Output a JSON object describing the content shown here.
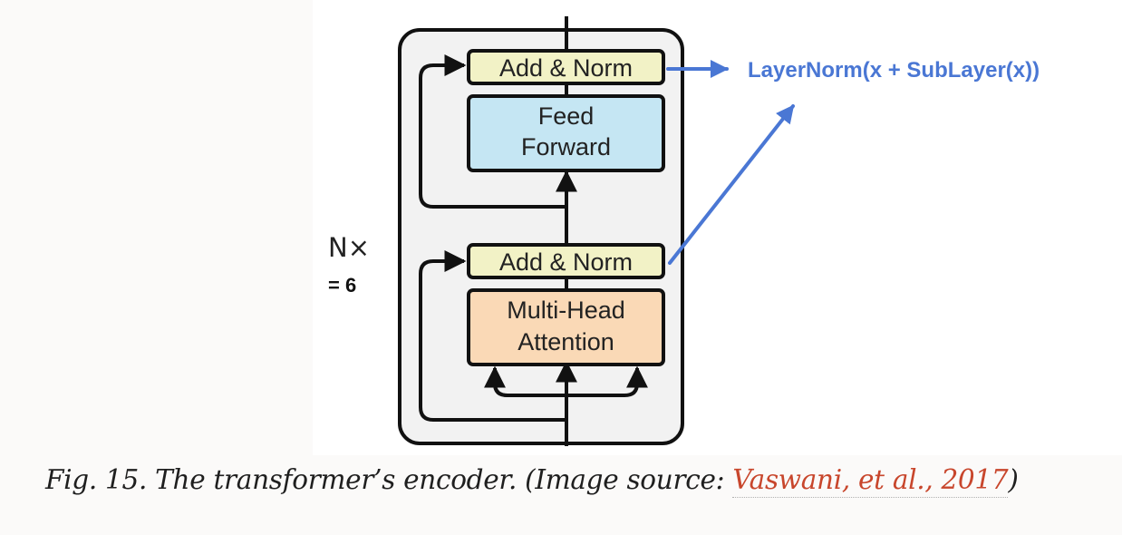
{
  "diagram": {
    "top_add_norm": "Add & Norm",
    "feed_forward": {
      "line1": "Feed",
      "line2": "Forward"
    },
    "bottom_add_norm": "Add & Norm",
    "multi_head_attention": {
      "line1": "Multi-Head",
      "line2": "Attention"
    },
    "nx": {
      "label": "N×",
      "value": "= 6"
    },
    "formula": "LayerNorm(x + SubLayer(x))",
    "colors": {
      "add_norm_fill": "#f2f2c6",
      "feed_forward_fill": "#c5e6f3",
      "attention_fill": "#fad9b6",
      "container_fill": "#f2f2f2",
      "annotation_blue": "#4a77d4",
      "caption_link": "#c8462c"
    }
  },
  "caption": {
    "prefix": "Fig. 15. The transformer’s encoder. (Image source: ",
    "link_text": "Vaswani, et al., 2017",
    "suffix": ")"
  }
}
